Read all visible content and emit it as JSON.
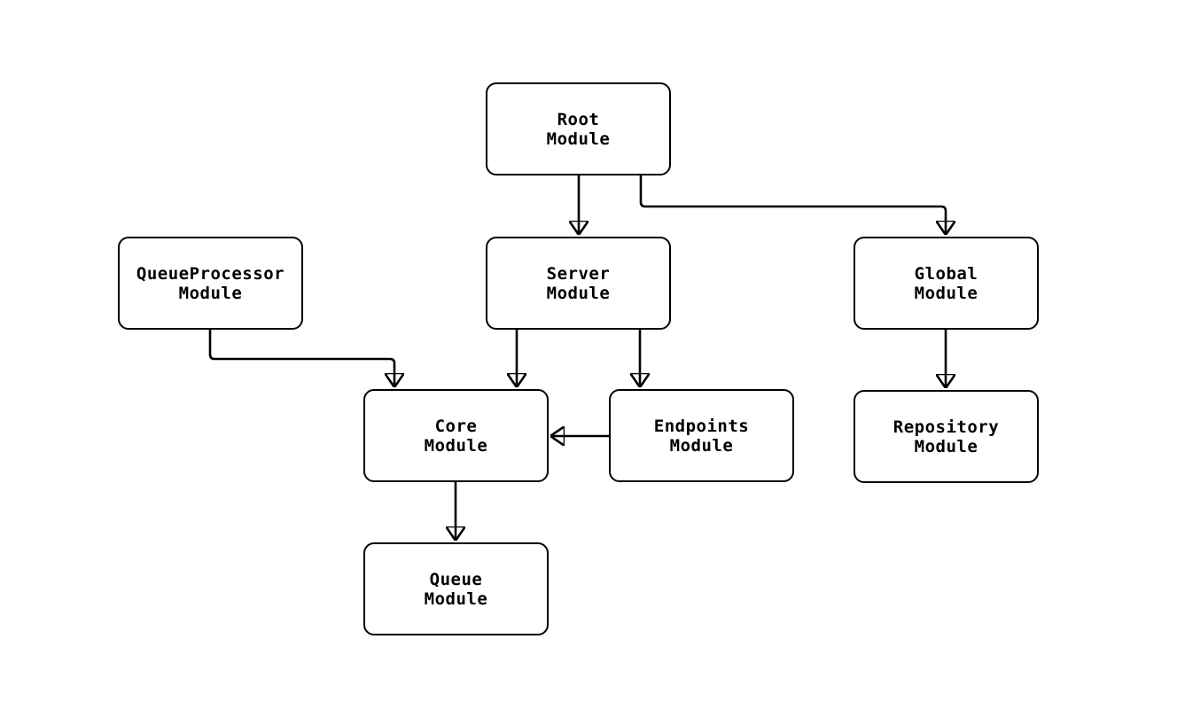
{
  "diagram": {
    "kind": "module-dependency-flowchart",
    "colors": {
      "background": "#ffffff",
      "node_fill": "#ffffff",
      "node_border": "#000000",
      "edge": "#000000",
      "text": "#000000"
    },
    "nodes": {
      "root": {
        "label": "Root Module",
        "line1": "Root",
        "line2": "Module"
      },
      "server": {
        "label": "Server Module",
        "line1": "Server",
        "line2": "Module"
      },
      "queueprocessor": {
        "label": "QueueProcessor Module",
        "line1": "QueueProcessor",
        "line2": "Module"
      },
      "global": {
        "label": "Global Module",
        "line1": "Global",
        "line2": "Module"
      },
      "core": {
        "label": "Core Module",
        "line1": "Core",
        "line2": "Module"
      },
      "endpoints": {
        "label": "Endpoints Module",
        "line1": "Endpoints",
        "line2": "Module"
      },
      "repository": {
        "label": "Repository Module",
        "line1": "Repository",
        "line2": "Module"
      },
      "queue": {
        "label": "Queue Module",
        "line1": "Queue",
        "line2": "Module"
      }
    },
    "edges": [
      {
        "from": "Root Module",
        "to": "Server Module"
      },
      {
        "from": "Root Module",
        "to": "Global Module"
      },
      {
        "from": "Server Module",
        "to": "Core Module"
      },
      {
        "from": "Server Module",
        "to": "Endpoints Module"
      },
      {
        "from": "QueueProcessor Module",
        "to": "Core Module"
      },
      {
        "from": "Endpoints Module",
        "to": "Core Module"
      },
      {
        "from": "Global Module",
        "to": "Repository Module"
      },
      {
        "from": "Core Module",
        "to": "Queue Module"
      }
    ]
  }
}
